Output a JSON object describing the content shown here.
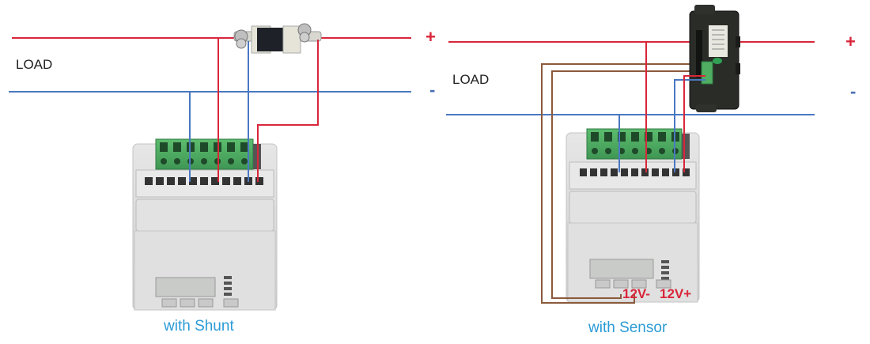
{
  "left_panel": {
    "load_label": "LOAD",
    "plus_label": "+",
    "minus_label": "-",
    "caption": "with Shunt",
    "device": "shunt"
  },
  "right_panel": {
    "load_label": "LOAD",
    "plus_label": "+",
    "minus_label": "-",
    "caption": "with Sensor",
    "device": "hall-sensor",
    "supply_minus_label": "12V-",
    "supply_plus_label": "12V+"
  },
  "colors": {
    "positive_wire": "#d9263a",
    "negative_wire": "#4a78c2",
    "power_wire": "#8b5a3c",
    "caption": "#2b9bd6",
    "terminal_green": "#4fae62",
    "meter_body": "#dcdcdc",
    "sensor_body": "#2a2c28"
  }
}
